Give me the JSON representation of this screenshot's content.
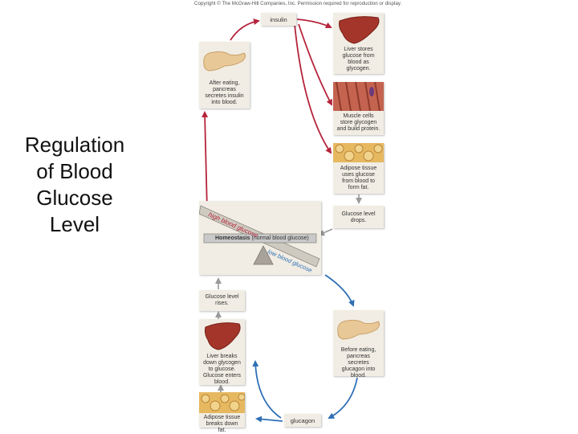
{
  "title_lines": [
    "Regulation",
    "of Blood",
    "Glucose",
    "Level"
  ],
  "copyright": "Copyright © The McGraw-Hill Companies, Inc. Permission required for reproduction or display.",
  "labels": {
    "insulin": "insulin",
    "glucagon": "glucagon",
    "high_blood_glucose": "high blood glucose",
    "low_blood_glucose": "low blood glucose",
    "homeostasis_bold": "Homeostasis",
    "homeostasis_rest": "(normal blood glucose)"
  },
  "captions": {
    "pancreas_after": [
      "After eating,",
      "pancreas",
      "secretes insulin",
      "into blood."
    ],
    "liver_stores": [
      "Liver stores",
      "glucose from",
      "blood as",
      "glycogen."
    ],
    "muscle": [
      "Muscle cells",
      "store glycogen",
      "and build protein."
    ],
    "adipose_uses": [
      "Adipose tissue",
      "uses glucose",
      "from blood to",
      "form fat."
    ],
    "level_drops": [
      "Glucose level",
      "drops."
    ],
    "level_rises": [
      "Glucose level",
      "rises."
    ],
    "liver_breaks": [
      "Liver breaks",
      "down glycogen",
      "to glucose.",
      "Glucose enters",
      "blood."
    ],
    "pancreas_before": [
      "Before eating,",
      "pancreas secretes",
      "glucagon into",
      "blood."
    ],
    "adipose_breaks": [
      "Adipose tissue",
      "breaks down fat."
    ]
  },
  "colors": {
    "insulin_arrow": "#b5243b",
    "glucagon_arrow": "#2f6fb5",
    "gray_arrow": "#9a9a9a",
    "panel_bg": "#f1ede4",
    "liver": "#a3352a",
    "pancreas": "#e8c897",
    "muscle": "#c46450",
    "adipose": "#e6b860"
  }
}
